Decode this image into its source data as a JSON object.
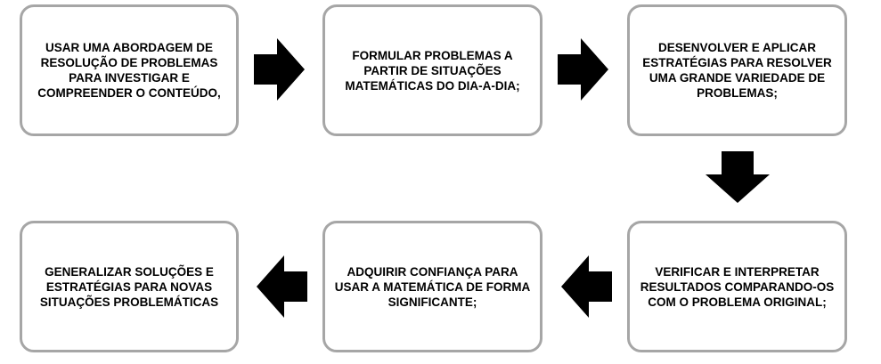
{
  "diagram": {
    "steps": [
      {
        "id": "step-1",
        "text": "USAR UMA ABORDAGEM DE RESOLUÇÃO DE PROBLEMAS PARA INVESTIGAR E COMPREENDER O CONTEÚDO,"
      },
      {
        "id": "step-2",
        "text": "FORMULAR PROBLEMAS A PARTIR DE SITUAÇÕES MATEMÁTICAS DO DIA-A-DIA;"
      },
      {
        "id": "step-3",
        "text": "DESENVOLVER E APLICAR ESTRATÉGIAS PARA RESOLVER UMA GRANDE VARIEDADE DE PROBLEMAS;"
      },
      {
        "id": "step-4",
        "text": "VERIFICAR E INTERPRETAR RESULTADOS COMPARANDO-OS COM O PROBLEMA ORIGINAL;"
      },
      {
        "id": "step-5",
        "text": "ADQUIRIR CONFIANÇA PARA USAR A MATEMÁTICA DE FORMA SIGNIFICANTE;"
      },
      {
        "id": "step-6",
        "text": "GENERALIZAR SOLUÇÕES E ESTRATÉGIAS PARA NOVAS SITUAÇÕES PROBLEMÁTICAS"
      }
    ],
    "flow": [
      {
        "from": "step-1",
        "to": "step-2",
        "direction": "right"
      },
      {
        "from": "step-2",
        "to": "step-3",
        "direction": "right"
      },
      {
        "from": "step-3",
        "to": "step-4",
        "direction": "down"
      },
      {
        "from": "step-4",
        "to": "step-5",
        "direction": "left"
      },
      {
        "from": "step-5",
        "to": "step-6",
        "direction": "left"
      }
    ],
    "colors": {
      "box_border": "#a6a6a6",
      "box_fill": "#ffffff",
      "arrow_fill": "#000000",
      "text": "#000000"
    }
  }
}
